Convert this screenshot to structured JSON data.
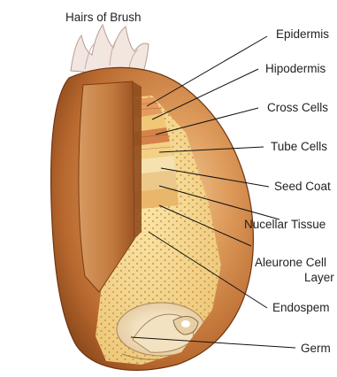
{
  "diagram": {
    "labels": {
      "hairs": "Hairs of Brush",
      "epidermis": "Epidermis",
      "hipodermis": "Hipodermis",
      "cross_cells": "Cross Cells",
      "tube_cells": "Tube Cells",
      "seed_coat": "Seed Coat",
      "nucellar": "Nucellar Tissue",
      "aleurone_1": "Aleurone Cell",
      "aleurone_2": "Layer",
      "endosperm": "Endospem",
      "germ": "Germ"
    },
    "colors": {
      "husk_dark": "#8a4a1c",
      "husk_mid": "#c8783a",
      "husk_light": "#efc08a",
      "endosperm_fill": "#f3d58a",
      "endosperm_dot": "#c8964a",
      "leader_line": "#111111",
      "label_text": "#222222"
    }
  }
}
